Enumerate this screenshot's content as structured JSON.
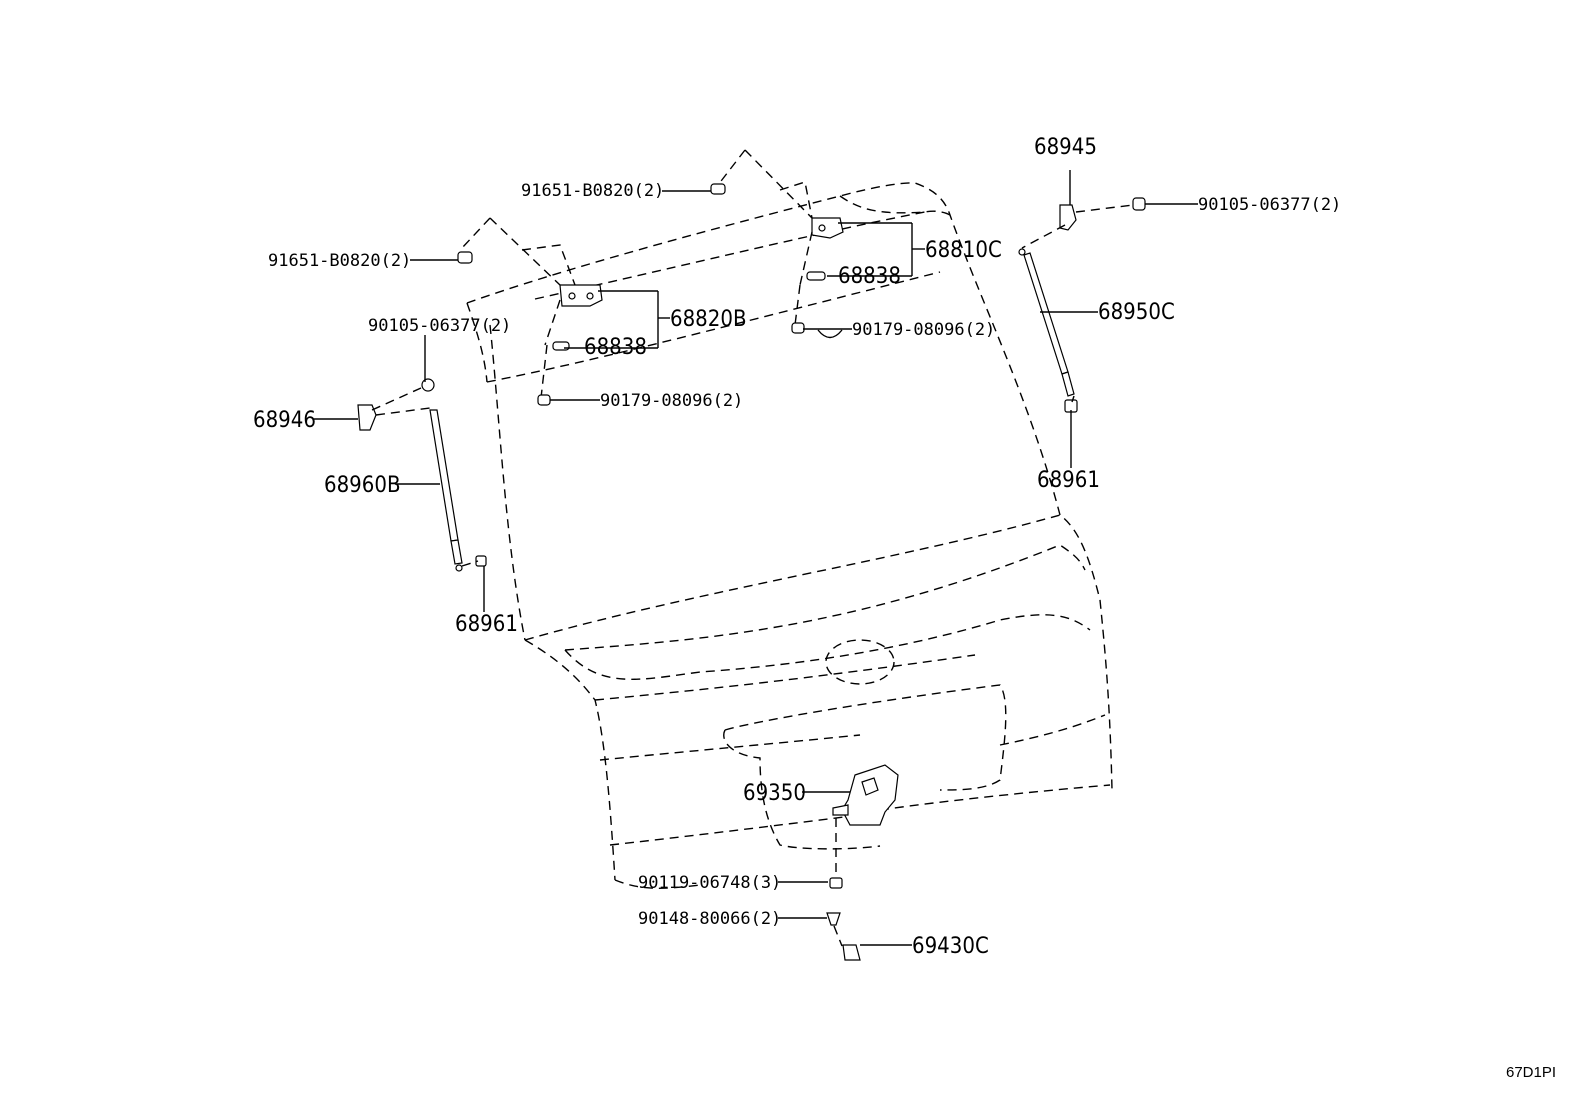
{
  "callouts": {
    "p68945": "68945",
    "p90105_r": "90105-06377(2)",
    "p91651_top": "91651-B0820(2)",
    "p68810C": "68810C",
    "p68838_r": "68838",
    "p90179_r": "90179-08096(2)",
    "p68950C": "68950C",
    "p68961_r": "68961",
    "p91651_l": "91651-B0820(2)",
    "p68820B": "68820B",
    "p68838_l": "68838",
    "p90105_l": "90105-06377(2)",
    "p90179_l": "90179-08096(2)",
    "p68946": "68946",
    "p68960B": "68960B",
    "p68961_l": "68961",
    "p69350": "69350",
    "p90119": "90119-06748(3)",
    "p90148": "90148-80066(2)",
    "p69430C": "69430C"
  },
  "diagram_code": "67D1PI"
}
